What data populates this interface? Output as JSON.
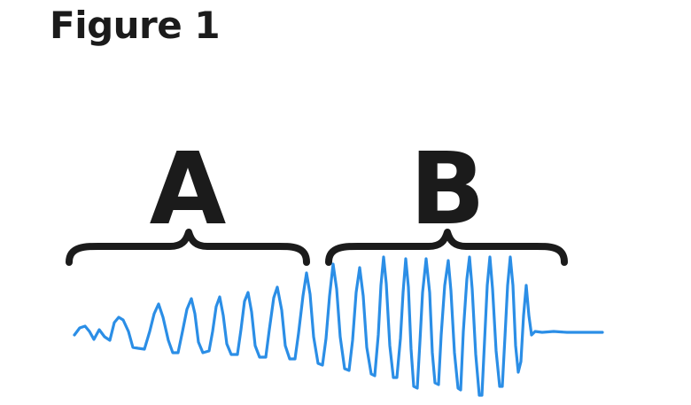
{
  "figure": {
    "title": "Figure 1"
  },
  "sections": [
    {
      "label": "A"
    },
    {
      "label": "B"
    }
  ],
  "colors": {
    "wave": "#2b8ee6",
    "ink": "#1b1b1b"
  }
}
